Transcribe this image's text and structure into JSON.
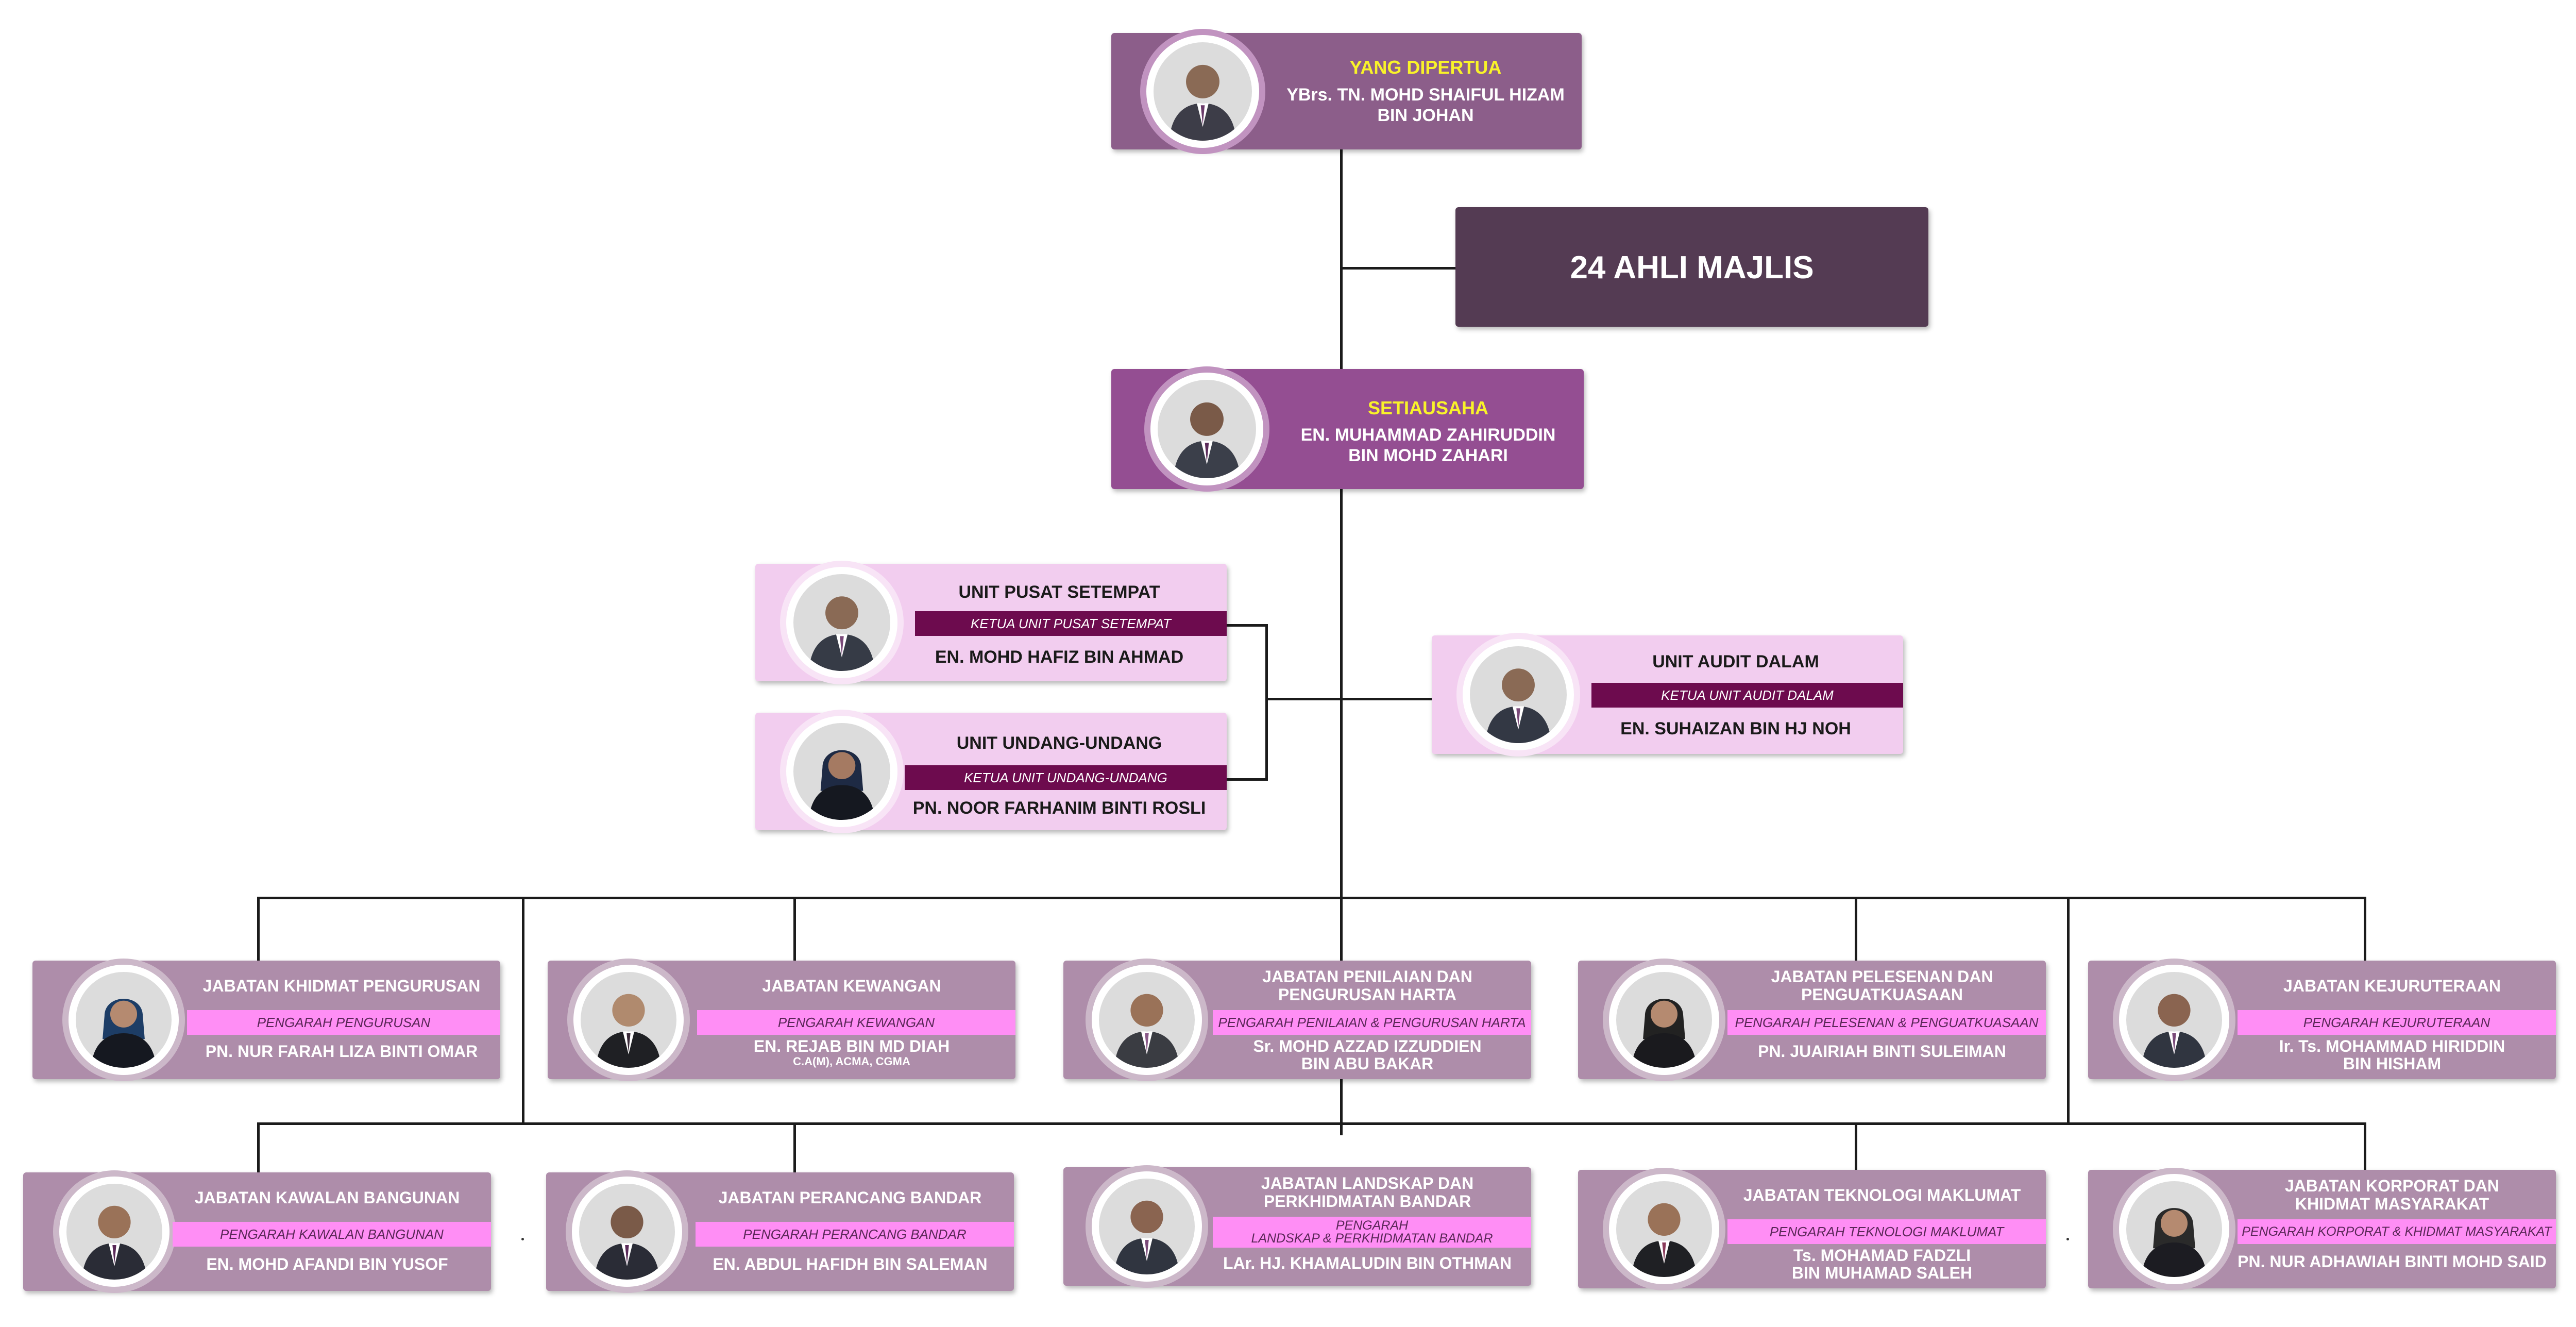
{
  "council": {
    "label": "24 AHLI MAJLIS"
  },
  "president": {
    "title": "YANG DIPERTUA",
    "name_line1": "YBrs. TN. MOHD SHAIFUL HIZAM",
    "name_line2": "BIN JOHAN"
  },
  "secretary": {
    "title": "SETIAUSAHA",
    "name_line1": "EN. MUHAMMAD ZAHIRUDDIN",
    "name_line2": "BIN  MOHD ZAHARI"
  },
  "units": [
    {
      "title": "UNIT PUSAT SETEMPAT",
      "role": "KETUA UNIT PUSAT SETEMPAT",
      "name": "EN. MOHD HAFIZ BIN AHMAD"
    },
    {
      "title": "UNIT UNDANG-UNDANG",
      "role": "KETUA UNIT UNDANG-UNDANG",
      "name": "PN. NOOR FARHANIM BINTI ROSLI"
    },
    {
      "title": "UNIT AUDIT DALAM",
      "role": "KETUA UNIT AUDIT DALAM",
      "name": "EN. SUHAIZAN BIN HJ NOH"
    }
  ],
  "departments": [
    {
      "title_line1": "JABATAN KHIDMAT PENGURUSAN",
      "title_line2": "",
      "role_line1": "PENGARAH PENGURUSAN",
      "role_line2": "",
      "name_line1": "PN. NUR FARAH LIZA BINTI OMAR",
      "name_line2": ""
    },
    {
      "title_line1": "JABATAN KEWANGAN",
      "title_line2": "",
      "role_line1": "PENGARAH KEWANGAN",
      "role_line2": "",
      "name_line1": "EN. REJAB BIN MD DIAH",
      "name_line2": "C.A(M), ACMA, CGMA"
    },
    {
      "title_line1": "JABATAN PENILAIAN DAN",
      "title_line2": "PENGURUSAN HARTA",
      "role_line1": "PENGARAH PENILAIAN & PENGURUSAN HARTA",
      "role_line2": "",
      "name_line1": "Sr. MOHD AZZAD IZZUDDIEN",
      "name_line2": "BIN ABU BAKAR"
    },
    {
      "title_line1": "JABATAN PELESENAN DAN",
      "title_line2": "PENGUATKUASAAN",
      "role_line1": "PENGARAH PELESENAN & PENGUATKUASAAN",
      "role_line2": "",
      "name_line1": "PN. JUAIRIAH BINTI SULEIMAN",
      "name_line2": ""
    },
    {
      "title_line1": "JABATAN KEJURUTERAAN",
      "title_line2": "",
      "role_line1": "PENGARAH KEJURUTERAAN",
      "role_line2": "",
      "name_line1": "Ir. Ts. MOHAMMAD HIRIDDIN",
      "name_line2": "BIN HISHAM"
    },
    {
      "title_line1": "JABATAN KAWALAN BANGUNAN",
      "title_line2": "",
      "role_line1": "PENGARAH KAWALAN BANGUNAN",
      "role_line2": "",
      "name_line1": "EN. MOHD AFANDI BIN YUSOF",
      "name_line2": ""
    },
    {
      "title_line1": "JABATAN PERANCANG BANDAR",
      "title_line2": "",
      "role_line1": "PENGARAH PERANCANG BANDAR",
      "role_line2": "",
      "name_line1": "EN. ABDUL HAFIDH BIN SALEMAN",
      "name_line2": ""
    },
    {
      "title_line1": "JABATAN LANDSKAP DAN",
      "title_line2": "PERKHIDMATAN BANDAR",
      "role_line1": "PENGARAH",
      "role_line2": "LANDSKAP & PERKHIDMATAN BANDAR",
      "name_line1": "LAr. HJ. KHAMALUDIN BIN OTHMAN",
      "name_line2": ""
    },
    {
      "title_line1": "JABATAN TEKNOLOGI MAKLUMAT",
      "title_line2": "",
      "role_line1": "PENGARAH TEKNOLOGI MAKLUMAT",
      "role_line2": "",
      "name_line1": "Ts. MOHAMAD FADZLI",
      "name_line2": "BIN MUHAMAD SALEH"
    },
    {
      "title_line1": "JABATAN KORPORAT DAN",
      "title_line2": "KHIDMAT MASYARAKAT",
      "role_line1": "PENGARAH KORPORAT & KHIDMAT MASYARAKAT",
      "role_line2": "",
      "name_line1": "PN. NUR ADHAWIAH BINTI MOHD SAID",
      "name_line2": ""
    }
  ],
  "colors": {
    "top_card": "#8c5e8a",
    "secretary_card": "#944e92",
    "department_card": "#ae8daa",
    "unit_card": "#f2cdef",
    "council_card": "#543b53",
    "department_band": "#ff8ef5",
    "unit_band": "#6d0b4e",
    "title_yellow": "#f9f329",
    "connector": "#1b1b1b"
  },
  "icons": {
    "portrait": "person-portrait-icon"
  }
}
